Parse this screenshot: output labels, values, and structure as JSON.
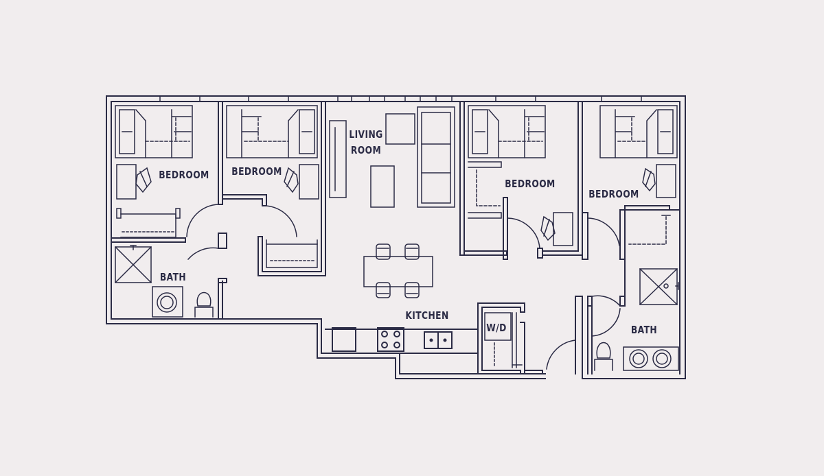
{
  "colors": {
    "background": "#f1edee",
    "line": "#2b2b45"
  },
  "rooms": {
    "bedroom_1": "BEDROOM",
    "bedroom_2": "BEDROOM",
    "bedroom_3": "BEDROOM",
    "bedroom_4": "BEDROOM",
    "bath_1": "BATH",
    "bath_2": "BATH",
    "living_1": "LIVING",
    "living_2": "ROOM",
    "kitchen": "KITCHEN",
    "laundry": "W/D"
  }
}
